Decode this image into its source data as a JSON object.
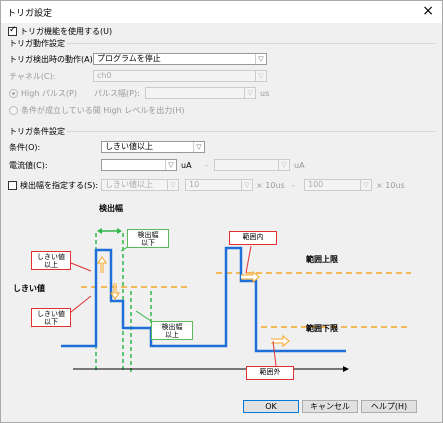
{
  "window": {
    "title": "トリガ設定",
    "close_glyph": "×"
  },
  "enable": {
    "label": "トリガ機能を使用する(U)",
    "checked": true
  },
  "action_group": {
    "title": "トリガ動作設定",
    "detect_action_label": "トリガ検出時の動作(A):",
    "detect_action_value": "プログラムを停止",
    "channel_label": "チャネル(C):",
    "channel_value": "ch0",
    "high_pulse_label": "High パルス(P)",
    "pulse_width_label": "パルス幅(P):",
    "pulse_width_unit": "us",
    "output_high_label": "条件が成立している間 High レベルを出力(H)"
  },
  "condition_group": {
    "title": "トリガ条件設定",
    "condition_label": "条件(O):",
    "condition_value": "しきい値以上",
    "current_label": "電流値(C):",
    "current_unit1": "uA",
    "current_dash": "-",
    "current_unit2": "uA",
    "detect_width_label": "検出幅を指定する(S):",
    "detect_width_mode": "しきい値以上",
    "width_from": "10",
    "width_unit1": "× 10us",
    "width_dash": "-",
    "width_to": "100",
    "width_unit2": "× 10us"
  },
  "diagram": {
    "detect_width": "検出幅",
    "threshold_above": "しきい値\n以上",
    "threshold": "しきい値",
    "threshold_below": "しきい値\n以下",
    "width_below": "検出幅\n以下",
    "width_above": "検出幅\n以上",
    "range_in": "範囲内",
    "range_upper": "範囲上限",
    "range_lower": "範囲下限",
    "range_out": "範囲外"
  },
  "buttons": {
    "ok": "OK",
    "cancel": "キャンセル",
    "help": "ヘルプ(H)"
  },
  "colors": {
    "signal": "#1e6fd9",
    "threshold": "#f5a623",
    "marker": "#2fb84a",
    "callout_red": "#e03030"
  }
}
